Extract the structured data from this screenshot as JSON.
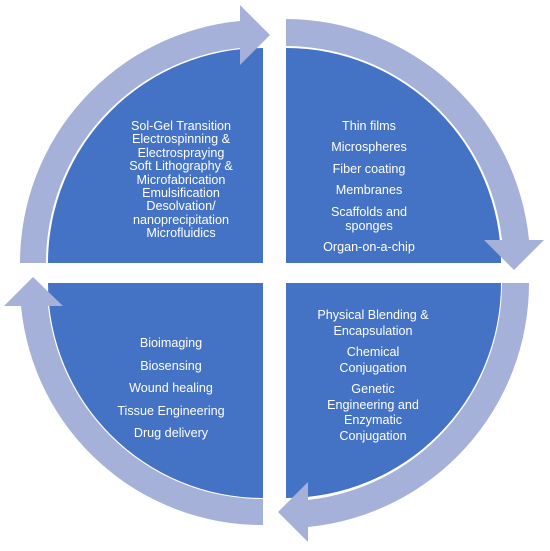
{
  "colors": {
    "quadrant_fill": "#4472C4",
    "arrow_fill": "#A5B1D8",
    "text": "#FFFFFF",
    "background": "#FFFFFF"
  },
  "quadrants": {
    "top_left": {
      "lines": [
        "Sol-Gel Transition",
        "Electrospinning &",
        "Electrospraying",
        "Soft Lithography &",
        "Microfabrication",
        "Emulsification",
        "Desolvation/",
        "nanoprecipitation",
        "Microfluidics"
      ]
    },
    "top_right": {
      "items": [
        "Thin films",
        "Microspheres",
        "Fiber coating",
        "Membranes",
        "Scaffolds and sponges",
        "Organ-on-a-chip"
      ]
    },
    "bottom_right": {
      "items": [
        "Physical Blending & Encapsulation",
        "Chemical Conjugation",
        "Genetic Engineering and Enzymatic Conjugation"
      ]
    },
    "bottom_left": {
      "items": [
        "Bioimaging",
        "Biosensing",
        "Wound healing",
        "Tissue Engineering",
        "Drug delivery"
      ]
    }
  },
  "arrows": [
    {
      "name": "arrow-top-left",
      "direction": "clockwise"
    },
    {
      "name": "arrow-top-right",
      "direction": "clockwise"
    },
    {
      "name": "arrow-bottom-right",
      "direction": "clockwise"
    },
    {
      "name": "arrow-bottom-left",
      "direction": "clockwise"
    }
  ]
}
